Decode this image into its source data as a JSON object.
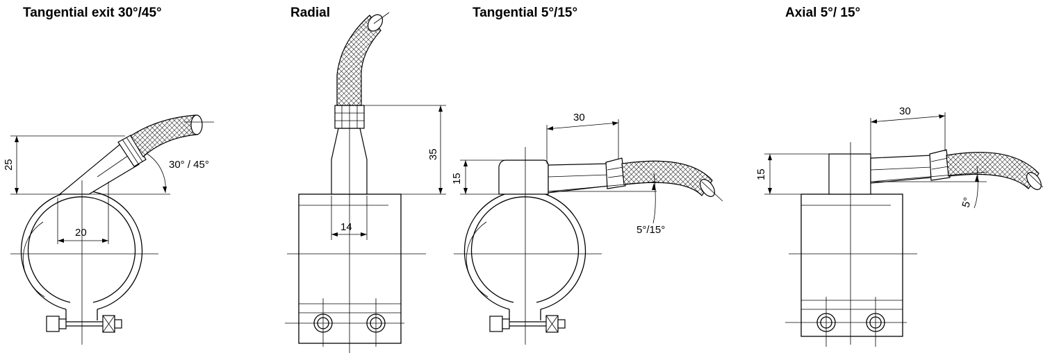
{
  "views": [
    {
      "title": "Tangential exit 30°/45°",
      "dims": {
        "height": "25",
        "width": "20",
        "angle": "30° / 45°"
      }
    },
    {
      "title": "Radial",
      "dims": {
        "height": "35",
        "width": "14"
      }
    },
    {
      "title": "Tangential 5°/15°",
      "dims": {
        "length": "30",
        "height": "15",
        "angle": "5°/15°"
      }
    },
    {
      "title": "Axial 5°/ 15°",
      "dims": {
        "length": "30",
        "height": "15",
        "angle": "5°"
      }
    }
  ]
}
